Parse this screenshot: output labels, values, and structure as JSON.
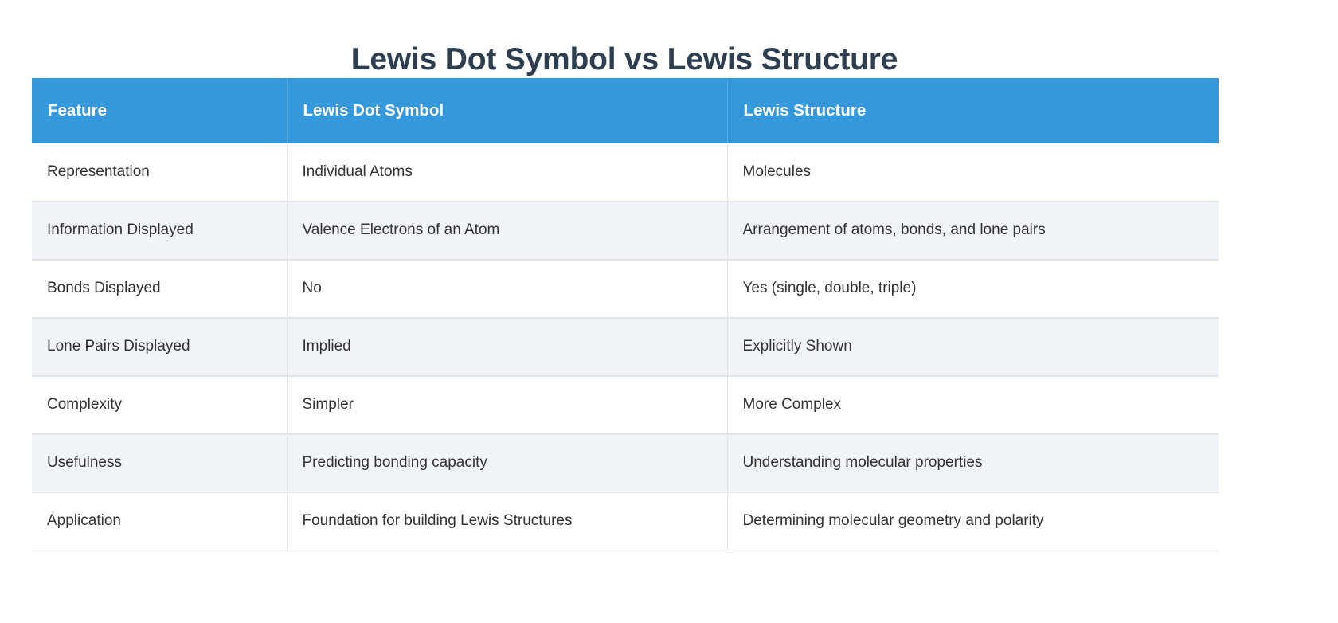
{
  "title": "Lewis Dot Symbol vs Lewis Structure",
  "theme": {
    "header_bg": "#3498db",
    "header_text": "#ffffff",
    "title_color": "#2d3e50",
    "body_text": "#333333",
    "stripe_bg": "#f0f3f7",
    "row_bg": "#ffffff",
    "border": "#e2e4e6"
  },
  "table": {
    "columns": [
      {
        "label": "Feature"
      },
      {
        "label": "Lewis Dot Symbol"
      },
      {
        "label": "Lewis Structure"
      }
    ],
    "rows": [
      {
        "feature": "Representation",
        "dot_symbol": "Individual Atoms",
        "structure": "Molecules"
      },
      {
        "feature": "Information Displayed",
        "dot_symbol": "Valence Electrons of an Atom",
        "structure": "Arrangement of atoms, bonds, and lone pairs"
      },
      {
        "feature": "Bonds Displayed",
        "dot_symbol": "No",
        "structure": "Yes (single, double, triple)"
      },
      {
        "feature": "Lone Pairs Displayed",
        "dot_symbol": "Implied",
        "structure": "Explicitly Shown"
      },
      {
        "feature": "Complexity",
        "dot_symbol": "Simpler",
        "structure": "More Complex"
      },
      {
        "feature": "Usefulness",
        "dot_symbol": "Predicting bonding capacity",
        "structure": "Understanding molecular properties"
      },
      {
        "feature": "Application",
        "dot_symbol": "Foundation for building Lewis Structures",
        "structure": "Determining molecular geometry and polarity"
      }
    ]
  }
}
